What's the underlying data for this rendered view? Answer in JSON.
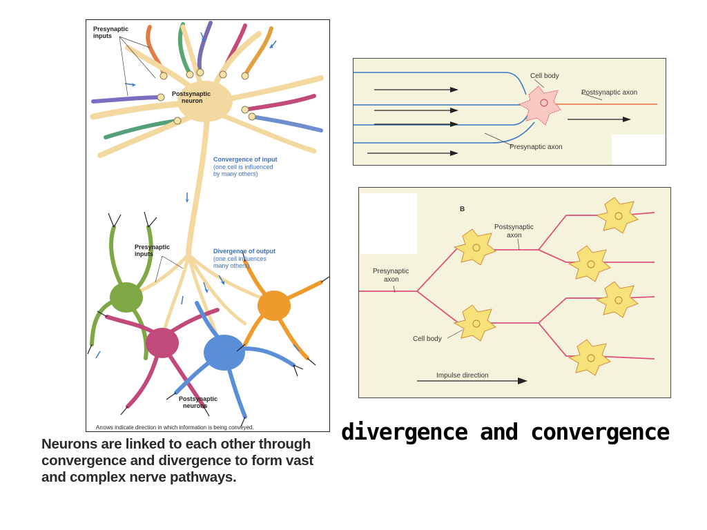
{
  "left_figure": {
    "presynaptic_inputs_top": [
      "Presynaptic",
      "inputs"
    ],
    "postsynaptic_neuron": [
      "Postsynaptic",
      "neuron"
    ],
    "convergence_title": "Convergence of input",
    "convergence_desc": [
      "(one cell is influenced",
      "by many others)"
    ],
    "presynaptic_inputs_mid": [
      "Presynaptic",
      "inputs"
    ],
    "divergence_title": "Divergence of output",
    "divergence_desc": [
      "(one cell influences",
      "many others)"
    ],
    "postsynaptic_neurons": [
      "Postsynaptic",
      "neurons"
    ],
    "footnote": "Arrows indicate direction in which information is being conveyed."
  },
  "convergence_figure": {
    "cell_body": "Cell body",
    "postsynaptic_axon": "Postsynaptic axon",
    "presynaptic_axon": "Presynaptic axon"
  },
  "divergence_figure": {
    "panel_letter": "B",
    "postsynaptic_axon": [
      "Postsynaptic",
      "axon"
    ],
    "presynaptic_axon": [
      "Presynaptic",
      "axon"
    ],
    "cell_body": "Cell body",
    "impulse_direction": "Impulse direction"
  },
  "caption_main": "divergence and convergence",
  "caption_body": [
    "Neurons are linked to each other through",
    "convergence and divergence to form vast",
    "and complex nerve pathways."
  ],
  "colors": {
    "neuron_yellow": "#f3d9a0",
    "presynaptic_blue": "#3a78c8",
    "axon_pink": "#e0507a",
    "cell_yellow": "#f7e27a",
    "green_neuron": "#7da843",
    "magenta_neuron": "#c24a7a",
    "blue_neuron": "#5a8ed6",
    "orange_neuron": "#ee9a2c",
    "label_blue": "#3a6fc1"
  }
}
